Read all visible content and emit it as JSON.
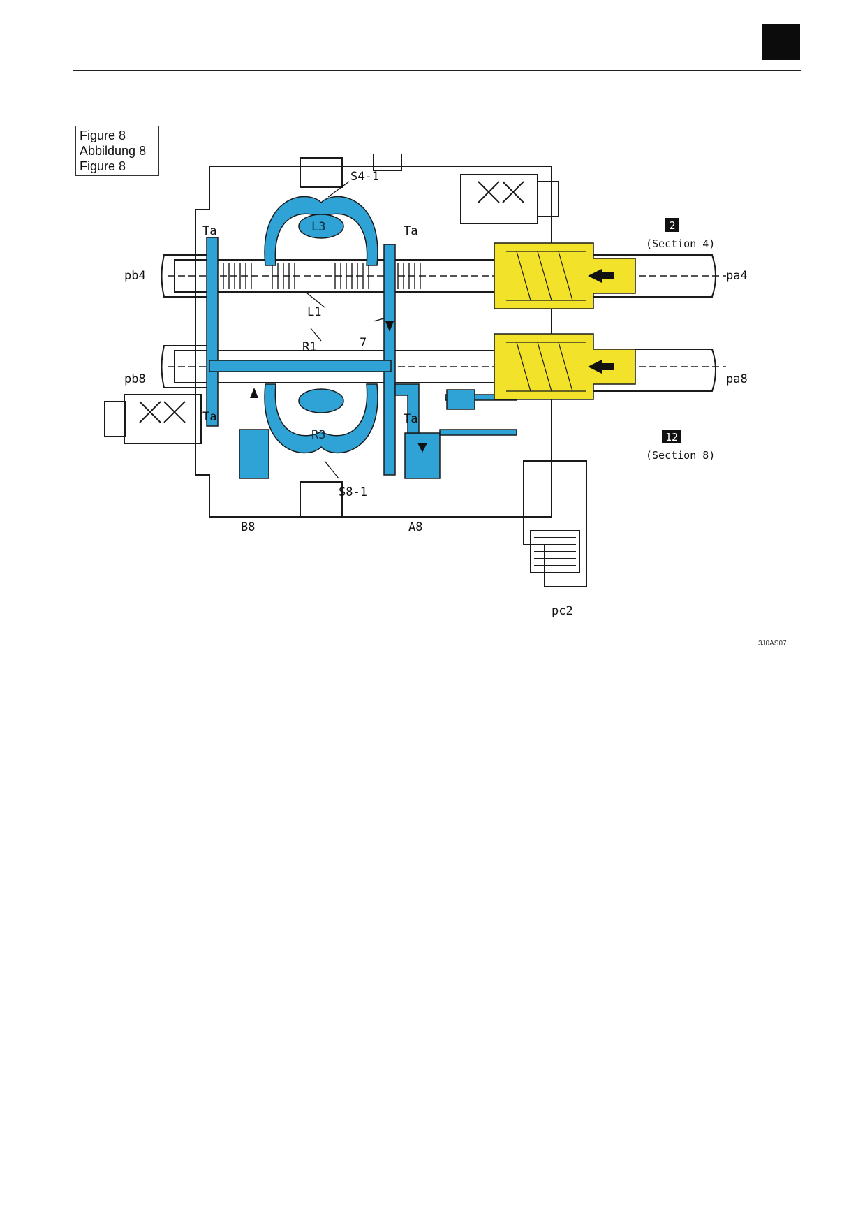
{
  "figure_caption": {
    "line1": "Figure 8",
    "line2": "Abbildung 8",
    "line3": "Figure 8"
  },
  "image_code": "3J0AS07",
  "labels": {
    "s4_1": "S4-1",
    "l3": "L3",
    "ta_top_left": "Ta",
    "ta_top_right": "Ta",
    "pb4": "pb4",
    "pa4": "pa4",
    "l1": "L1",
    "r1": "R1",
    "seven": "7",
    "pb8": "pb8",
    "pa8": "pa8",
    "ta_bottom_left": "Ta",
    "ta_bottom_right": "Ta",
    "r3": "R3",
    "s8_1": "S8-1",
    "b8": "B8",
    "a8": "A8",
    "pc2": "pc2"
  },
  "section_badges": [
    {
      "number": "2",
      "text": "(Section 4)"
    },
    {
      "number": "12",
      "text": "(Section 8)"
    }
  ],
  "colors": {
    "hydraulic_flow": "#2fa3d6",
    "pilot_pressure": "#f2e32a",
    "outline": "#1a1a1a"
  }
}
